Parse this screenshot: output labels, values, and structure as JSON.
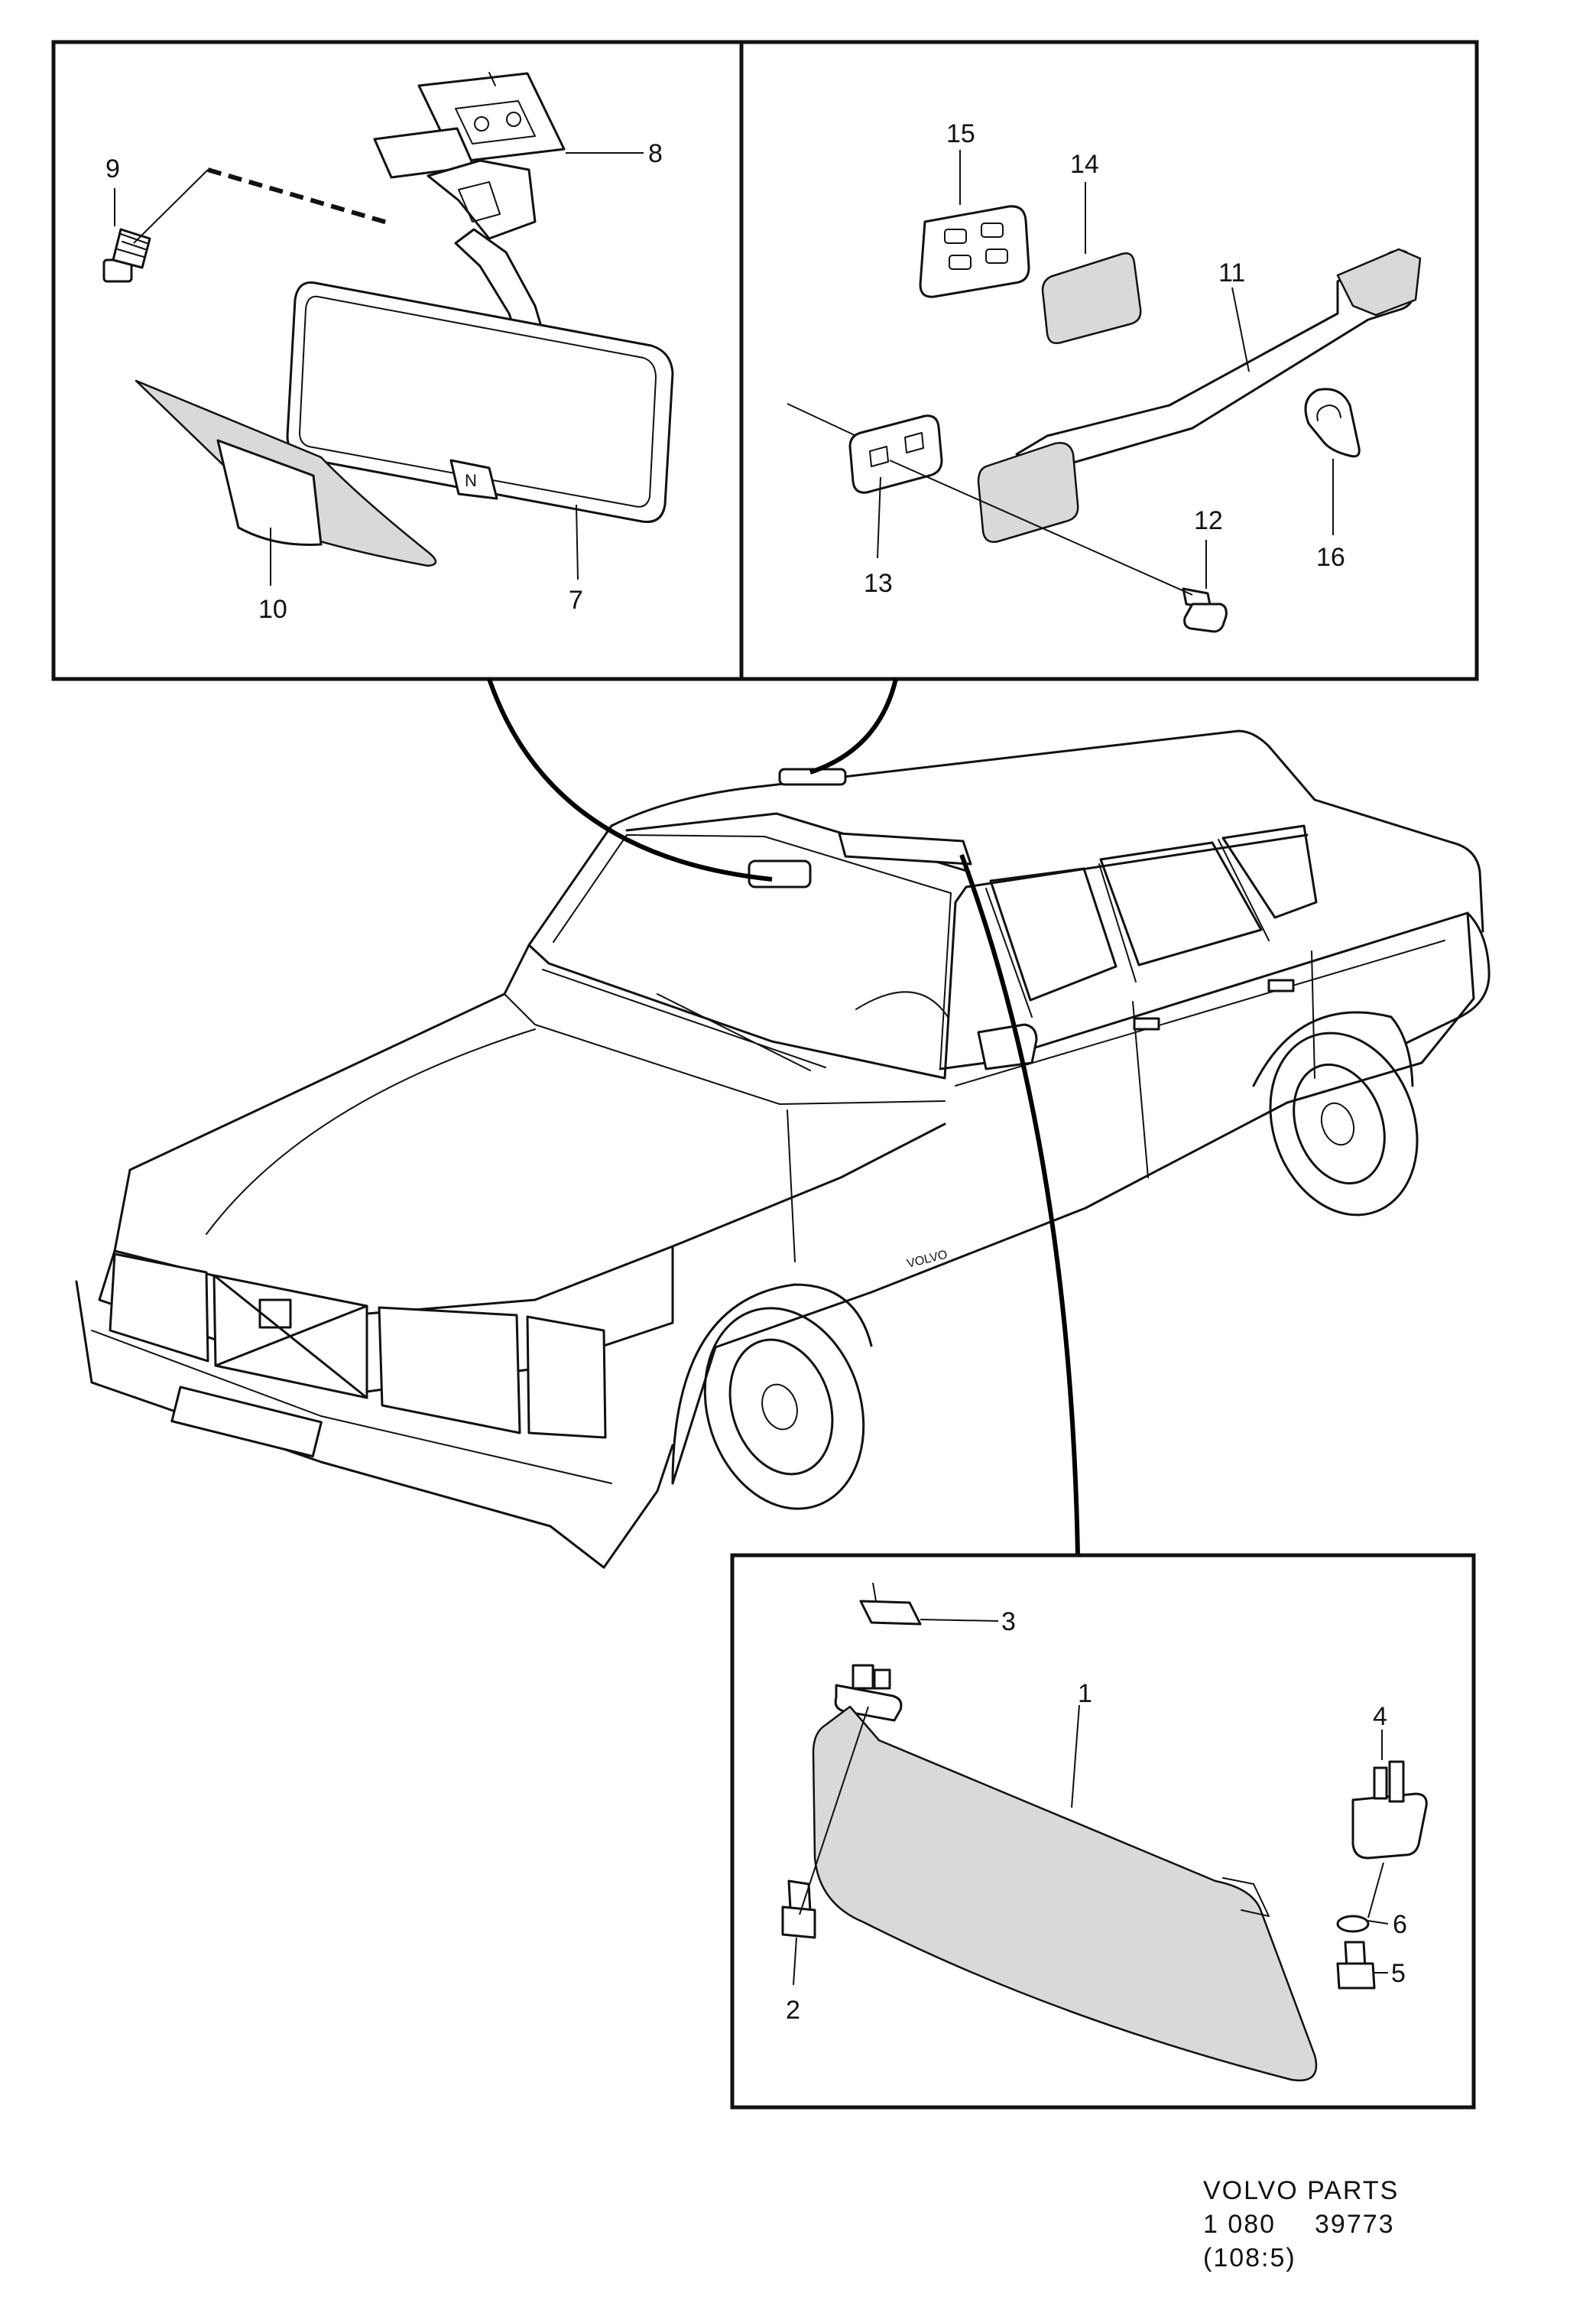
{
  "callouts": {
    "p1": "1",
    "p2": "2",
    "p3": "3",
    "p4": "4",
    "p5": "5",
    "p6": "6",
    "p7": "7",
    "p8": "8",
    "p9": "9",
    "p10": "10",
    "p11": "11",
    "p12": "12",
    "p13": "13",
    "p14": "14",
    "p15": "15",
    "p16": "16"
  },
  "footer": {
    "brand": "VOLVO  PARTS",
    "code_a": "1 080",
    "code_b": "39773",
    "code_c": "(108:5)"
  },
  "car_badge": "VOLVO"
}
